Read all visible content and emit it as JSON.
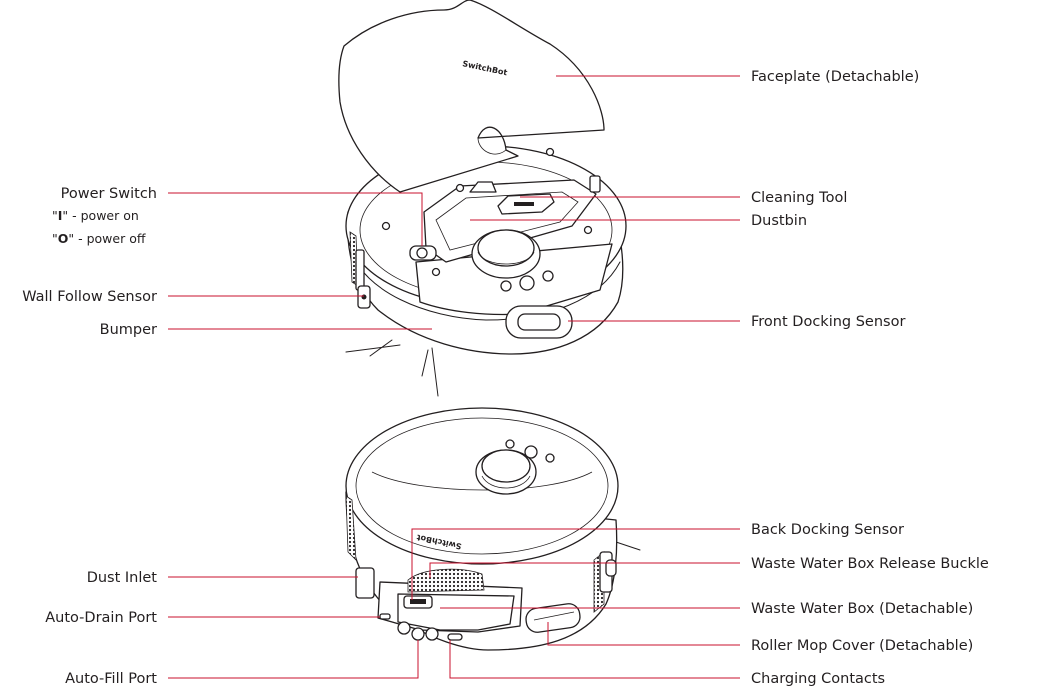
{
  "top_labels": {
    "faceplate": "Faceplate (Detachable)",
    "cleaning_tool": "Cleaning Tool",
    "dustbin": "Dustbin",
    "front_docking_sensor": "Front Docking Sensor",
    "power_switch": "Power Switch",
    "power_on_quote_open": "\"",
    "power_on_symbol": "I",
    "power_on_text": "\" - power on",
    "power_off_quote_open": "\"",
    "power_off_symbol": "O",
    "power_off_text": "\" - power off",
    "wall_follow_sensor": "Wall Follow Sensor",
    "bumper": "Bumper"
  },
  "bottom_labels": {
    "back_docking_sensor": "Back Docking Sensor",
    "waste_water_box_release_buckle": "Waste Water Box Release Buckle",
    "waste_water_box": "Waste Water Box (Detachable)",
    "roller_mop_cover": "Roller Mop Cover (Detachable)",
    "charging_contacts": "Charging Contacts",
    "dust_inlet": "Dust Inlet",
    "auto_drain_port": "Auto-Drain Port",
    "auto_fill_port": "Auto-Fill Port"
  },
  "brand": "SwitchBot",
  "colors": {
    "leader_line": "#c8102e",
    "outline": "#231f20",
    "background": "#ffffff"
  }
}
